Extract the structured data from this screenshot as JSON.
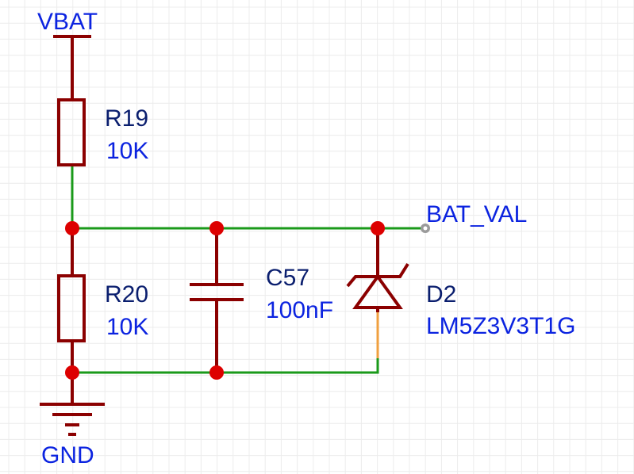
{
  "colors": {
    "background": "#ffffff",
    "grid": "#ececec",
    "wire": "#1a9a1a",
    "component": "#8b0000",
    "junction": "#dd0000",
    "pin_stub": "#f0a040",
    "label": "#0b23e0",
    "netflag": "#9a9a9a"
  },
  "power": {
    "top": "VBAT",
    "bottom": "GND"
  },
  "net_label": "BAT_VAL",
  "components": {
    "r19": {
      "designator": "R19",
      "value": "10K"
    },
    "r20": {
      "designator": "R20",
      "value": "10K"
    },
    "c57": {
      "designator": "C57",
      "value": "100nF"
    },
    "d2": {
      "designator": "D2",
      "value": "LM5Z3V3T1G"
    }
  }
}
